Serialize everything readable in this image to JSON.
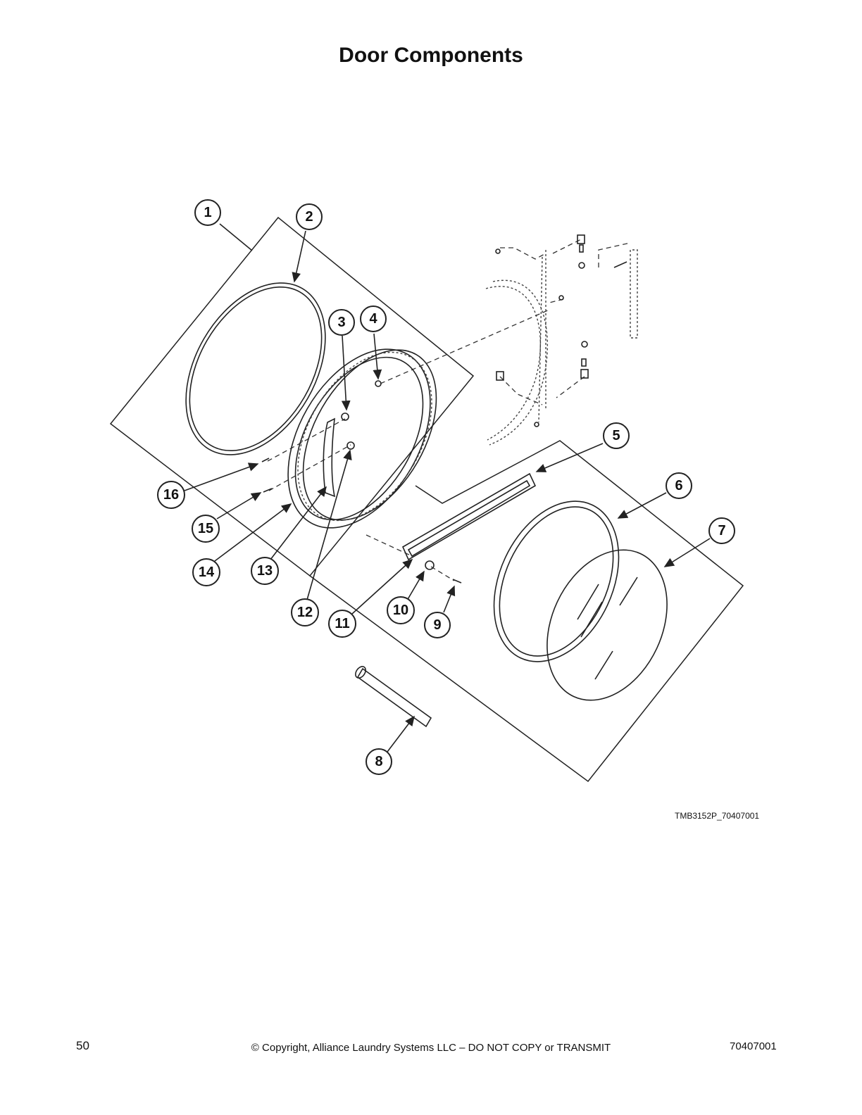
{
  "page": {
    "title": "Door Components",
    "drawing_id": "TMB3152P_70407001",
    "footer": {
      "page_number": "50",
      "copyright": "© Copyright, Alliance Laundry Systems LLC – DO NOT COPY or TRANSMIT",
      "doc_number": "70407001"
    }
  },
  "callouts": [
    "1",
    "2",
    "3",
    "4",
    "5",
    "6",
    "7",
    "8",
    "9",
    "10",
    "11",
    "12",
    "13",
    "14",
    "15",
    "16"
  ]
}
